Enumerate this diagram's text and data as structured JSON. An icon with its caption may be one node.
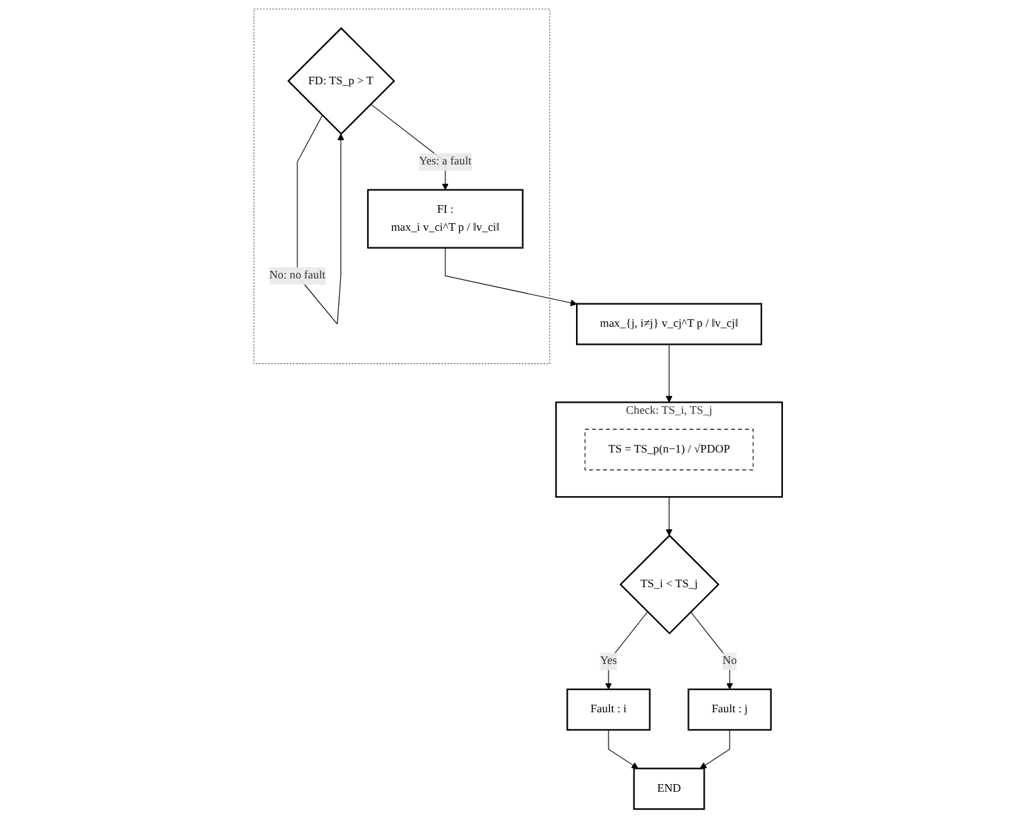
{
  "diagram": {
    "nodes": [
      {
        "text": [],
        "shape": "box"
      },
      {
        "text": [
          "FD: TS_p > T"
        ],
        "in": 0
      },
      {
        "text": [
          "FI :",
          "max_i v_ci^T p / ‖v_ci‖"
        ],
        "in": 0
      },
      {
        "text": [
          "max_{j, i≠j} v_cj^T p / ‖v_cj‖"
        ]
      },
      {
        "text": [
          "Check: TS_i, TS_j"
        ]
      },
      {
        "text": [
          "TS = TS_p(n−1) / √PDOP"
        ],
        "in": 4
      },
      {
        "text": [
          "TS_i < TS_j"
        ]
      },
      {
        "text": [
          "Fault : i"
        ]
      },
      {
        "text": [
          "Fault : j"
        ]
      },
      {
        "text": [
          "END"
        ]
      }
    ],
    "edges": [
      {
        "from": 1,
        "to": 1,
        "arrow": "to",
        "label": "No: no fault"
      },
      {
        "from": 1,
        "to": 2,
        "arrow": "to",
        "label": "Yes: a fault"
      },
      {
        "from": 2,
        "to": 3,
        "arrow": "to"
      },
      {
        "from": 3,
        "to": 4,
        "arrow": "to"
      },
      {
        "from": 4,
        "to": 6,
        "arrow": "to"
      },
      {
        "from": 6,
        "to": 7,
        "arrow": "to",
        "label": "Yes"
      },
      {
        "from": 6,
        "to": 8,
        "arrow": "to",
        "label": "No"
      },
      {
        "from": 7,
        "to": 9,
        "arrow": "to"
      },
      {
        "from": 8,
        "to": 9,
        "arrow": "to"
      }
    ]
  }
}
